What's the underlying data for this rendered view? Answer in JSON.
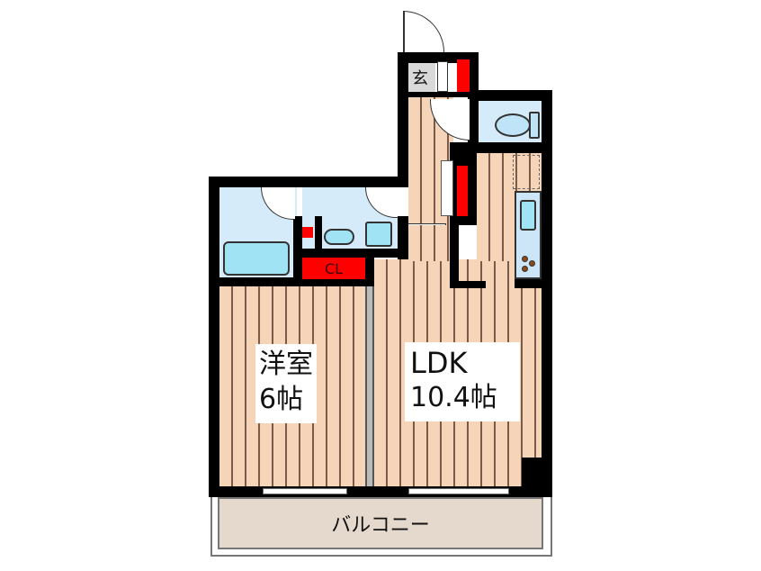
{
  "floorplan": {
    "rooms": [
      {
        "id": "western-room",
        "name": "洋室",
        "size": "6帖"
      },
      {
        "id": "ldk",
        "name": "LDK",
        "size": "10.4帖"
      }
    ],
    "entrance_label": "玄",
    "closet_label": "CL",
    "balcony_label": "バルコニー"
  },
  "colors": {
    "wall": "#000000",
    "flooring": "#f5d4b8",
    "wet_area": "#d6ebfa",
    "storage": "#ff0000",
    "fixture": "#9fe3f5",
    "balcony": "#e5d9cd",
    "entrance": "#d9d9d9"
  }
}
